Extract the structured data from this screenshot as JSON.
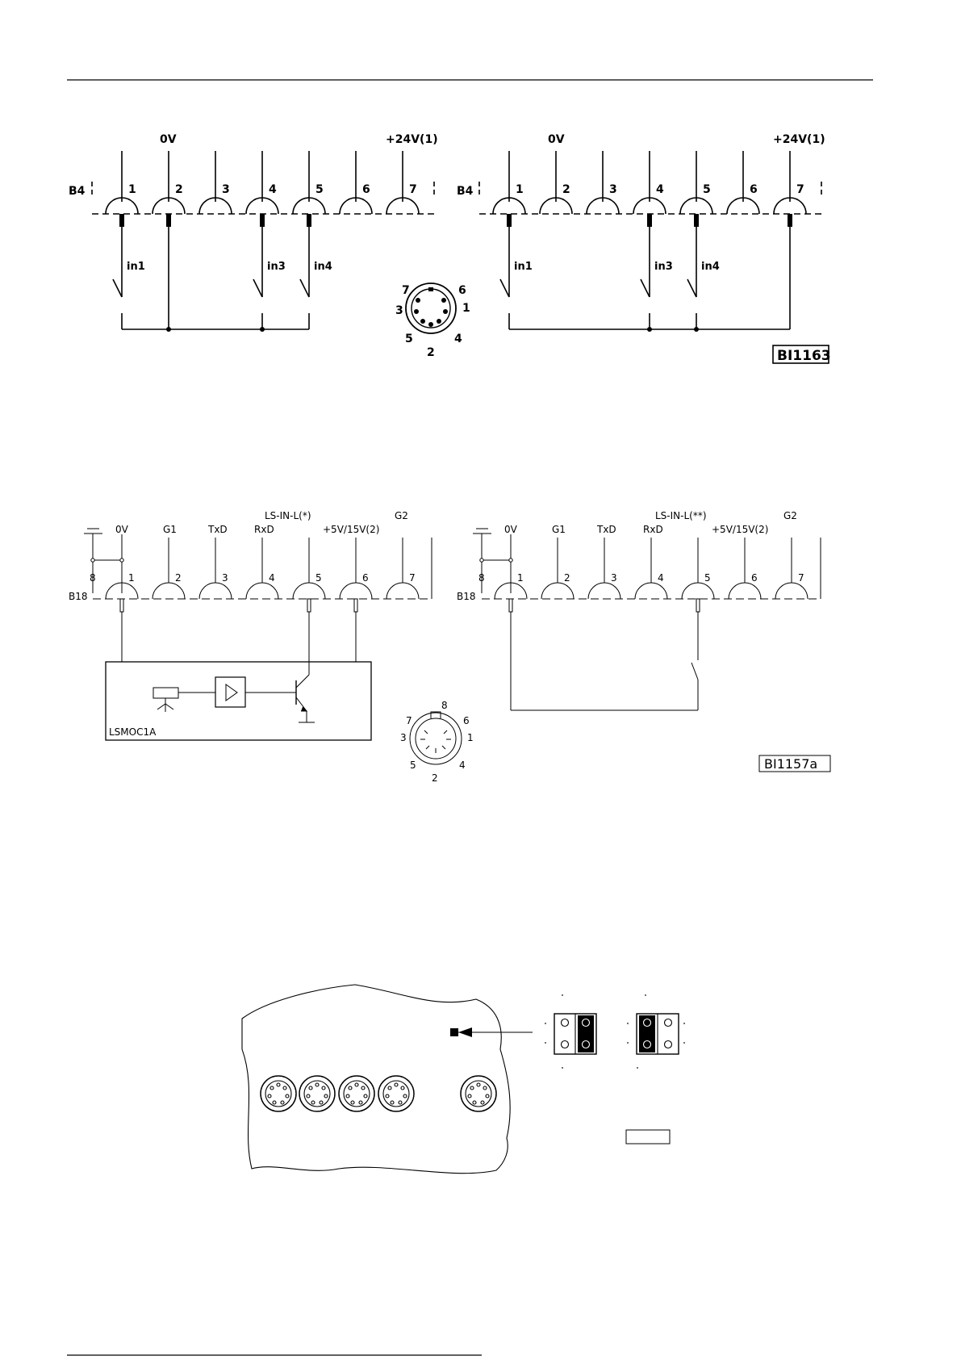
{
  "diagram1": {
    "connector": "B4",
    "left": {
      "top_0v": "0V",
      "top_24v": "+24V(1)",
      "pins": [
        "1",
        "2",
        "3",
        "4",
        "5",
        "6",
        "7"
      ],
      "inputs": [
        "in1",
        "in3",
        "in4"
      ]
    },
    "right": {
      "top_0v": "0V",
      "top_24v": "+24V(1)",
      "pins": [
        "1",
        "2",
        "3",
        "4",
        "5",
        "6",
        "7"
      ],
      "inputs": [
        "in1",
        "in3",
        "in4"
      ]
    },
    "socket_pins": [
      "7",
      "6",
      "3",
      "1",
      "5",
      "4",
      "2"
    ],
    "figure_id": "BI1163"
  },
  "diagram2": {
    "connector": "B18",
    "left": {
      "labels": [
        "0V",
        "G1",
        "TxD",
        "RxD",
        "LS-IN-L(*)",
        "+5V/15V(2)",
        "G2"
      ],
      "pins": [
        "8",
        "1",
        "2",
        "3",
        "4",
        "5",
        "6",
        "7"
      ],
      "device_label": "LSMOC1A"
    },
    "right": {
      "labels": [
        "0V",
        "G1",
        "TxD",
        "RxD",
        "LS-IN-L(**)",
        "+5V/15V(2)",
        "G2"
      ],
      "pins": [
        "8",
        "1",
        "2",
        "3",
        "4",
        "5",
        "6",
        "7"
      ]
    },
    "socket_pins": [
      "8",
      "7",
      "6",
      "3",
      "1",
      "5",
      "4",
      "2"
    ],
    "figure_id": "BI1157a"
  },
  "diagram3": {
    "figure_label": ""
  }
}
